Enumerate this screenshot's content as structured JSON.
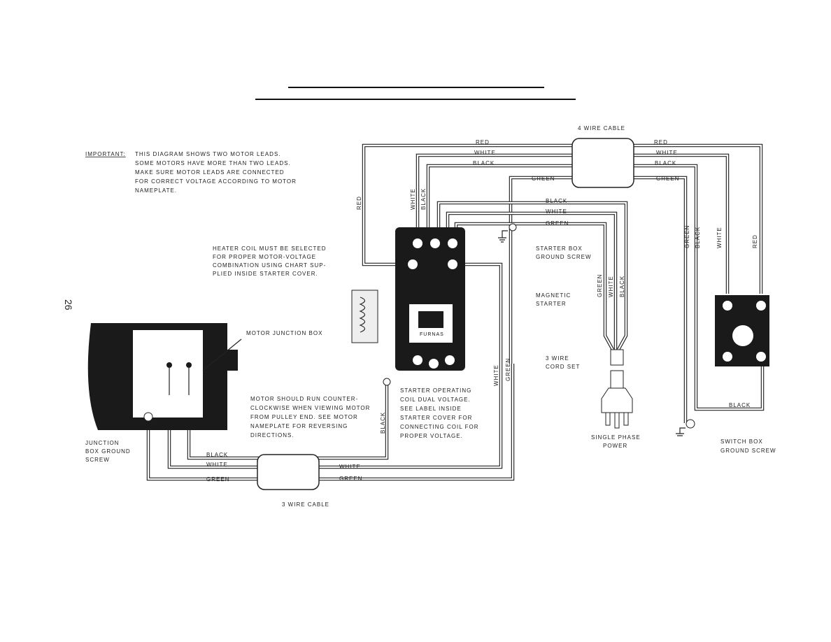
{
  "page_number": "26",
  "important": {
    "label": "IMPORTANT:",
    "lines": [
      "THIS DIAGRAM SHOWS TWO MOTOR LEADS.",
      "SOME MOTORS HAVE MORE THAN TWO LEADS.",
      "MAKE SURE MOTOR LEADS ARE CONNECTED",
      "FOR CORRECT VOLTAGE ACCORDING TO MOTOR",
      "NAMEPLATE."
    ]
  },
  "heater_note": [
    "HEATER COIL MUST BE SELECTED",
    "FOR PROPER MOTOR-VOLTAGE",
    "COMBINATION USING CHART SUP-",
    "PLIED INSIDE STARTER COVER."
  ],
  "motor_junction_box": "MOTOR JUNCTION BOX",
  "motor_note": [
    "MOTOR SHOULD RUN COUNTER-",
    "CLOCKWISE WHEN VIEWING MOTOR",
    "FROM PULLEY END. SEE MOTOR",
    "NAMEPLATE FOR REVERSING",
    "DIRECTIONS."
  ],
  "starter_note": [
    "STARTER OPERATING",
    "COIL DUAL VOLTAGE.",
    "SEE LABEL INSIDE",
    "STARTER COVER FOR",
    "CONNECTING COIL FOR",
    "PROPER VOLTAGE."
  ],
  "junction_ground": [
    "JUNCTION",
    "BOX GROUND",
    "SCREW"
  ],
  "starter_ground": [
    "STARTER BOX",
    "GROUND SCREW"
  ],
  "magnetic_starter": [
    "MAGNETIC",
    "STARTER"
  ],
  "cord_set": [
    "3 WIRE",
    "CORD SET"
  ],
  "power": [
    "SINGLE PHASE",
    "POWER"
  ],
  "switch_ground": [
    "SWITCH BOX",
    "GROUND SCREW"
  ],
  "cable_4": "4 WIRE CABLE",
  "cable_3": "3 WIRE CABLE",
  "brand": "FURNAS",
  "wires": {
    "red": "RED",
    "white": "WHITE",
    "black": "BLACK",
    "green": "GREEN"
  }
}
